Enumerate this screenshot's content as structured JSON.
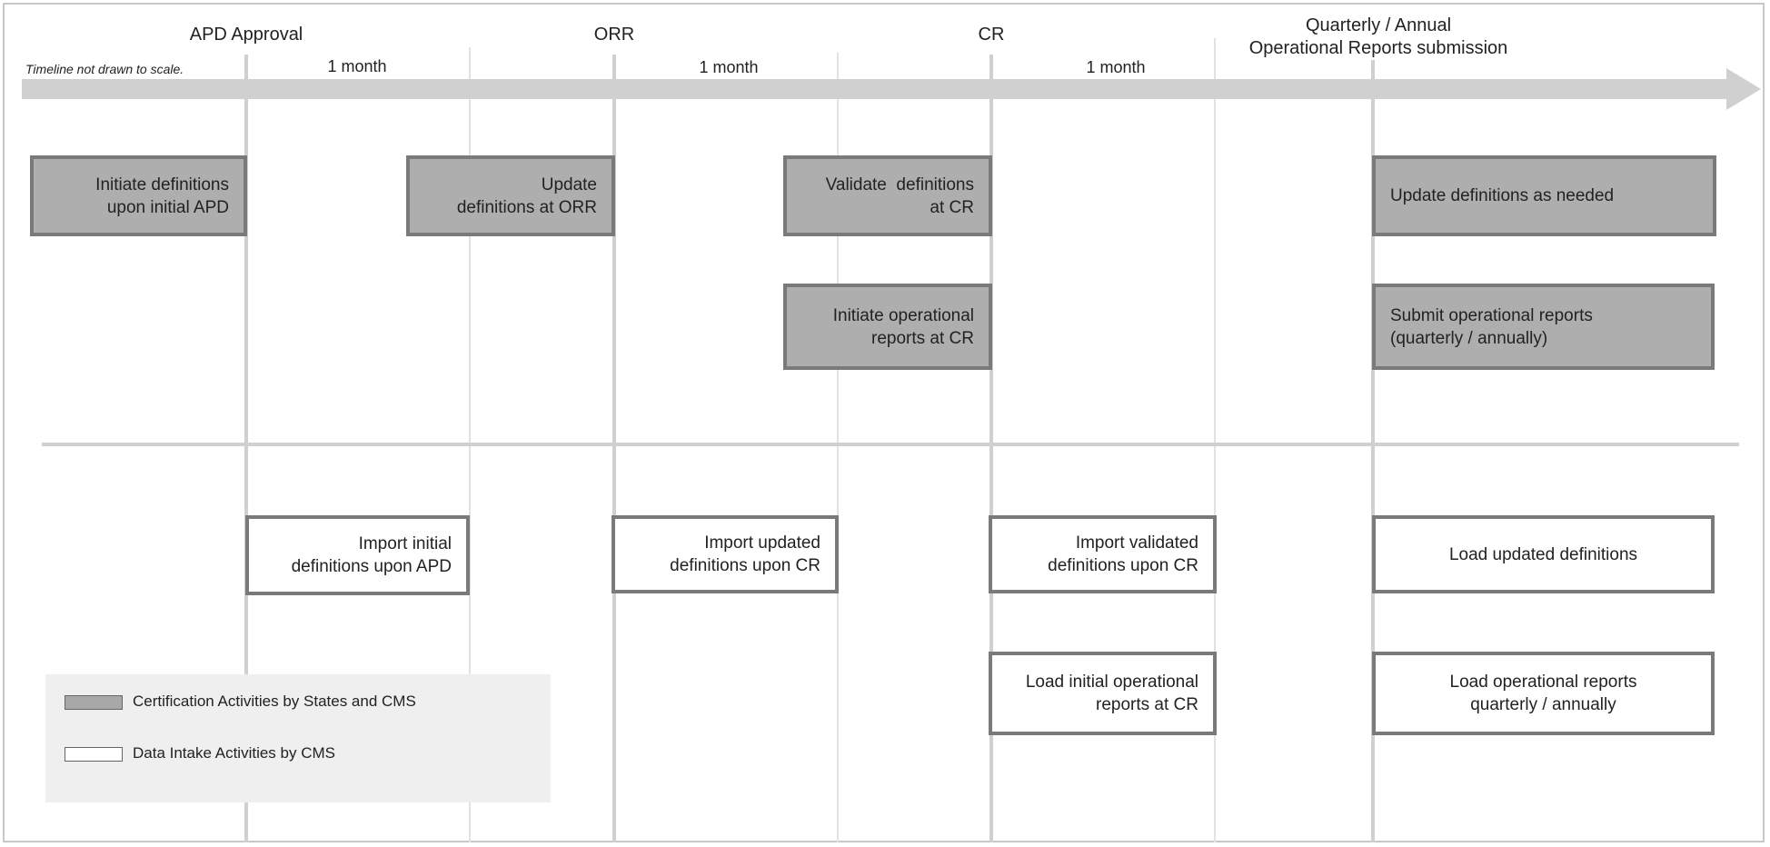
{
  "milestones": {
    "apd": "APD Approval",
    "orr": "ORR",
    "cr": "CR",
    "quarterly": "Quarterly / Annual\nOperational Reports submission"
  },
  "periods": [
    "1 month",
    "1 month",
    "1 month"
  ],
  "note": "Timeline not drawn to scale.",
  "certification_activities": [
    "Initiate definitions\nupon initial APD",
    "Update\ndefinitions at ORR",
    "Validate  definitions\nat CR",
    "Update definitions as needed",
    "Initiate operational\nreports at CR",
    "Submit operational reports\n(quarterly / annually)"
  ],
  "intake_activities": [
    "Import initial\ndefinitions upon APD",
    "Import updated\ndefinitions upon CR",
    "Import validated\ndefinitions upon CR",
    "Load updated definitions",
    "Load initial operational\nreports at CR",
    "Load operational reports\nquarterly / annually"
  ],
  "legend": {
    "certification": "Certification Activities by States and CMS",
    "intake": "Data Intake Activities by CMS"
  },
  "colors": {
    "certification_fill": "#aeaeae",
    "intake_fill": "#ffffff",
    "box_border": "#7a7a7a",
    "timeline": "#d0d0d0"
  }
}
